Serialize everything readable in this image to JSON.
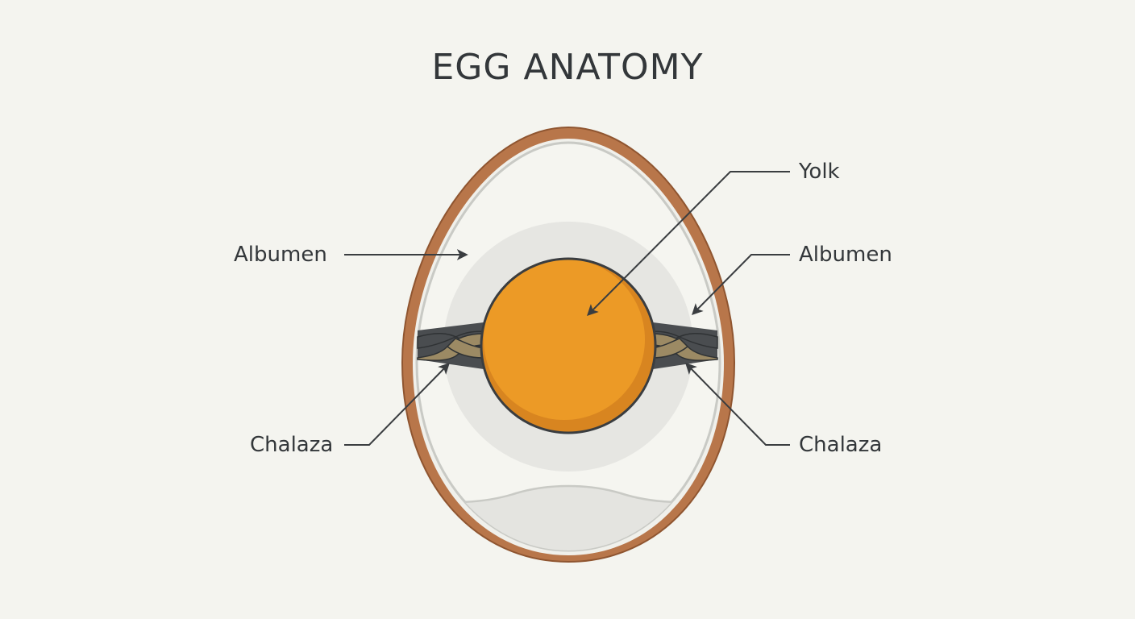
{
  "title": "EGG ANATOMY",
  "colors": {
    "background": "#f4f4ef",
    "shell": "#b8764a",
    "shell_edge": "#8f5530",
    "membrane": "#c9cac5",
    "albumen_thin": "#f5f5f0",
    "albumen_thick": "#e6e6e2",
    "air_cell": "#e4e4e0",
    "yolk": "#ec9a26",
    "yolk_shade": "#d88520",
    "outline": "#3a3d40",
    "chalaza_light": "#9c8a64",
    "chalaza_dark": "#4a4d50",
    "text": "#33373a"
  },
  "labels": {
    "yolk": "Yolk",
    "albumen_left": "Albumen",
    "albumen_right": "Albumen",
    "chalaza_left": "Chalaza",
    "chalaza_right": "Chalaza"
  }
}
